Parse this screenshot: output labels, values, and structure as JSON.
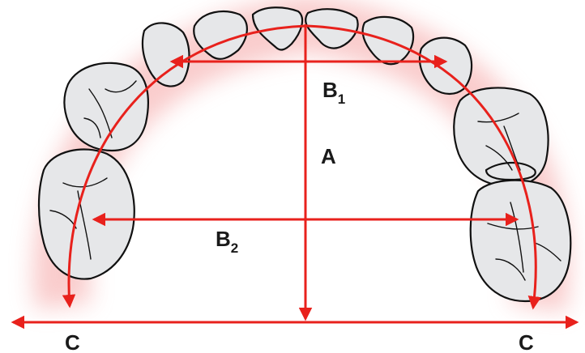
{
  "diagram": {
    "labels": {
      "a": "A",
      "b1_main": "B",
      "b1_sub": "1",
      "b2_main": "B",
      "b2_sub": "2",
      "c_left": "C",
      "c_right": "C"
    },
    "colors": {
      "arrow": "#e8211c",
      "glow": "#f7a8a8",
      "tooth_fill": "#e6e7e9",
      "tooth_outline": "#111111",
      "label": "#1a1a1a",
      "background": "#ffffff"
    },
    "icons": [
      "tooth-icon",
      "arrow-head-icon"
    ]
  }
}
